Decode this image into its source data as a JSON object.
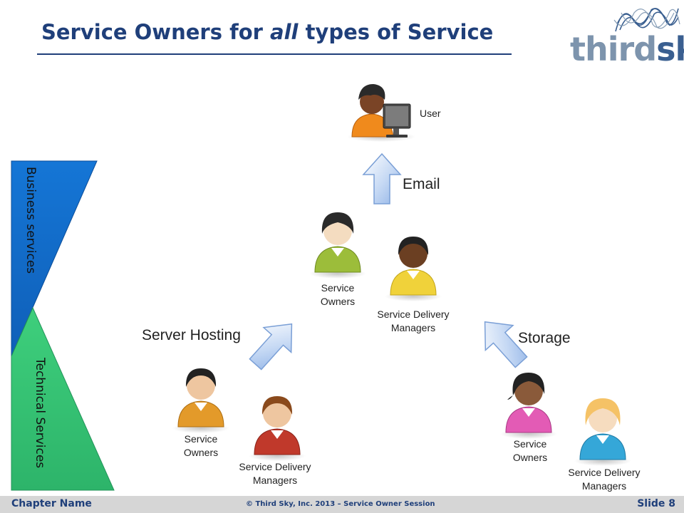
{
  "title": {
    "prefix": "Service Owners for ",
    "emphasis": "all",
    "suffix": " types of Service"
  },
  "logo": {
    "part1": "third",
    "part2": "sky"
  },
  "bands": {
    "business": "Business services",
    "technical": "Technical Services"
  },
  "labels": {
    "user": "User",
    "email": "Email",
    "server_hosting": "Server Hosting",
    "storage": "Storage",
    "service_owners_line1": "Service",
    "service_owners_line2": "Owners",
    "sdm_line1": "Service Delivery",
    "sdm_line2": "Managers"
  },
  "people_colors": {
    "email_owner": "#9cbd3a",
    "email_manager": "#f0d23a",
    "hosting_owner": "#e39a2a",
    "hosting_manager": "#c0392b",
    "storage_owner": "#e35bb5",
    "storage_manager": "#35a7d8",
    "user": "#f08a1c"
  },
  "footer": {
    "chapter": "Chapter Name",
    "copyright": "© Third Sky, Inc. 2013 – Service Owner Session",
    "slide": "Slide 8"
  }
}
